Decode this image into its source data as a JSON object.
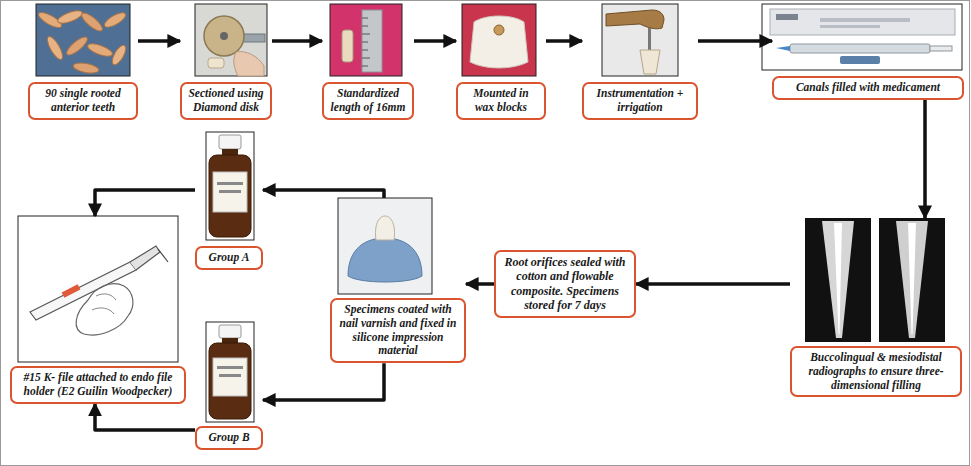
{
  "diagram": {
    "nodes": [
      {
        "text": [
          "90 single rooted anterior teeth"
        ]
      },
      {
        "text": [
          "Sectioned using Diamond disk"
        ]
      },
      {
        "text": [
          "Standardized length of 16mm"
        ]
      },
      {
        "text": [
          "Mounted in wax blocks"
        ]
      },
      {
        "text": [
          "Instrumentation + irrigation"
        ]
      },
      {
        "text": [
          "Canals filled with medicament"
        ]
      },
      {
        "text": [
          "Buccolingual & mesiodistal radiographs to ensure three-dimensional filling"
        ]
      },
      {
        "text": [
          "Root orifices sealed with cotton and flowable composite. Specimens stored for 7 days"
        ]
      },
      {
        "text": [
          "Specimens coated with nail varnish and fixed in silicone impression material"
        ]
      },
      {
        "text": [
          "Group A"
        ]
      },
      {
        "text": [
          "Group B"
        ]
      },
      {
        "text": [
          "#15 K- file attached to endo file holder (E2 Guilin Woodpecker)"
        ]
      }
    ],
    "edges": [
      {
        "from": 0,
        "to": 1,
        "arrow": "to"
      },
      {
        "from": 1,
        "to": 2,
        "arrow": "to"
      },
      {
        "from": 2,
        "to": 3,
        "arrow": "to"
      },
      {
        "from": 3,
        "to": 4,
        "arrow": "to"
      },
      {
        "from": 4,
        "to": 5,
        "arrow": "to"
      },
      {
        "from": 5,
        "to": 6,
        "arrow": "to"
      },
      {
        "from": 6,
        "to": 7,
        "arrow": "to"
      },
      {
        "from": 7,
        "to": 8,
        "arrow": "to"
      },
      {
        "from": 8,
        "to": 9,
        "arrow": "to"
      },
      {
        "from": 8,
        "to": 10,
        "arrow": "to"
      },
      {
        "from": 9,
        "to": 11,
        "arrow": "to"
      },
      {
        "from": 10,
        "to": 11,
        "arrow": "to"
      }
    ]
  }
}
